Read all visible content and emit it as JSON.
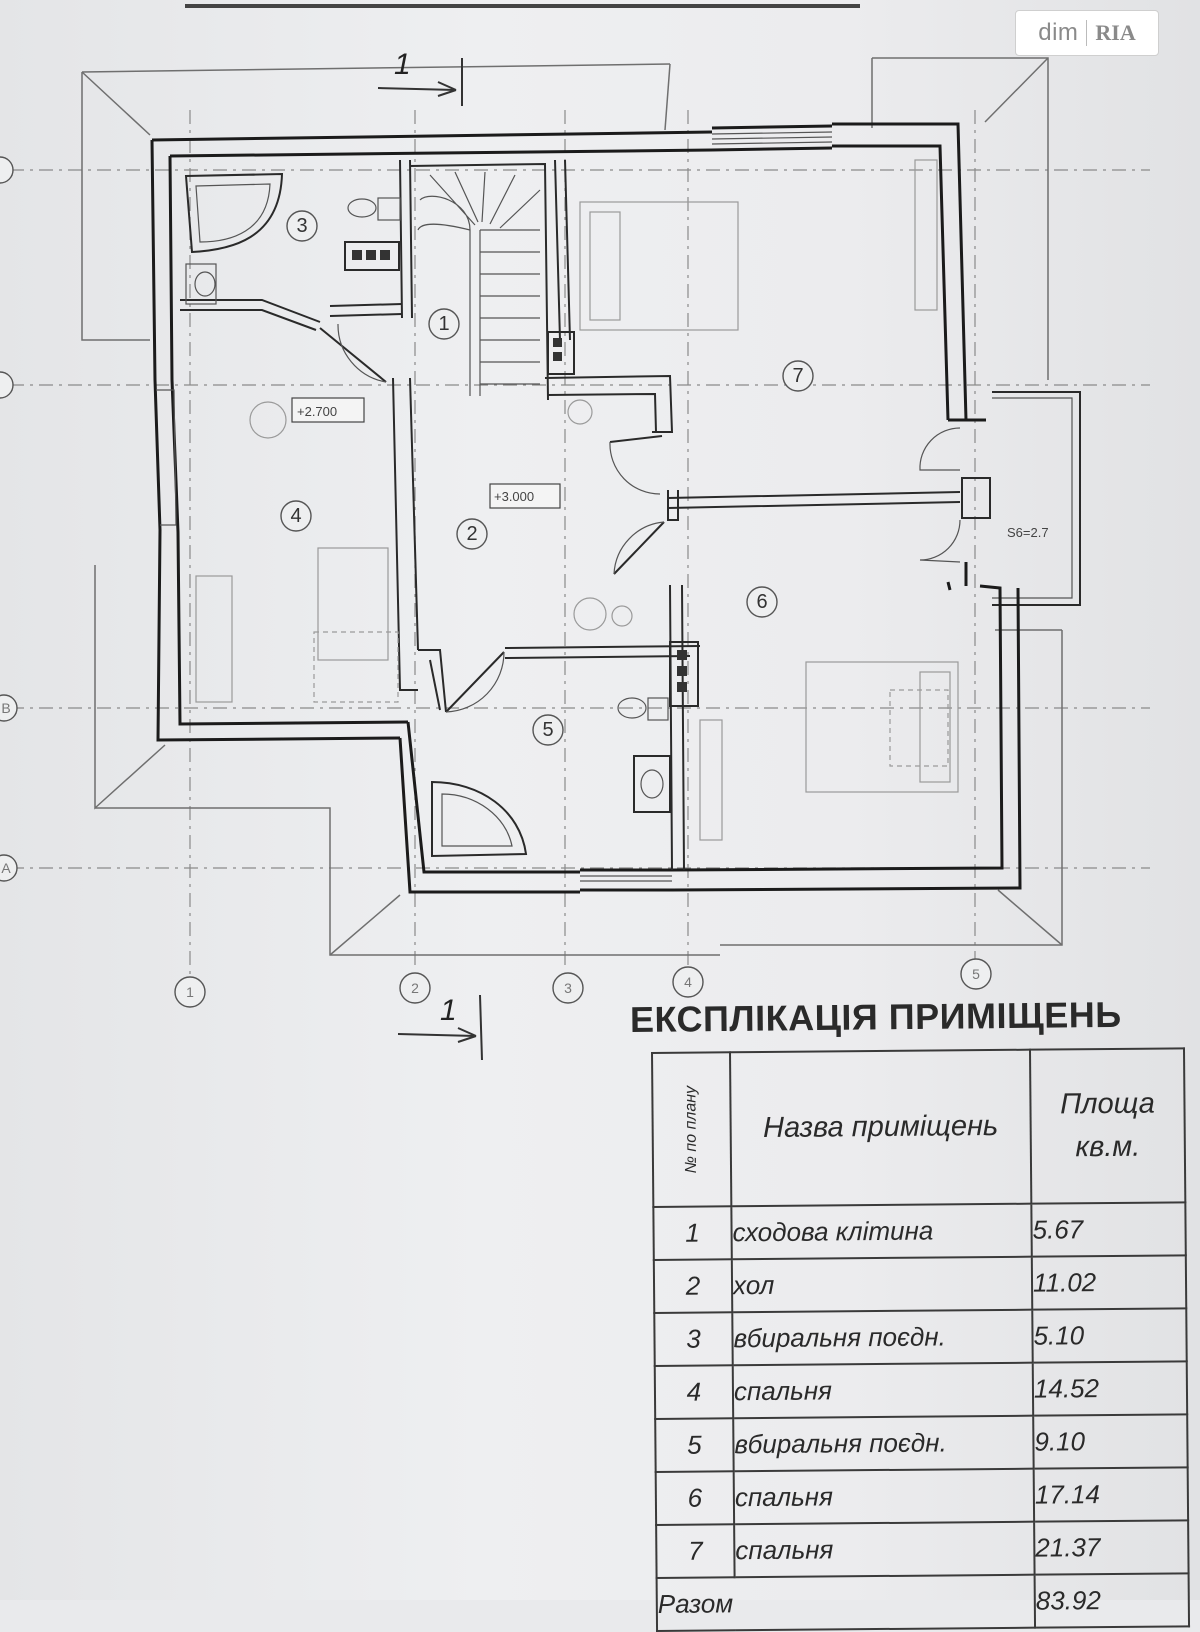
{
  "watermark": {
    "brand": "dim",
    "brand_mark": "RIA"
  },
  "section_mark": "1",
  "levels": {
    "room4": "+2.700",
    "room2": "+3.000",
    "balcony": "S6=2.7"
  },
  "room_numbers": [
    "1",
    "2",
    "3",
    "4",
    "5",
    "6",
    "7"
  ],
  "axes_numbers": [
    "1",
    "2",
    "3",
    "4",
    "5"
  ],
  "axes_letters": [
    "A",
    "B"
  ],
  "table": {
    "title": "ЕКСПЛІКАЦІЯ ПРИМІЩЕНЬ",
    "headers": {
      "number": "№ по плану",
      "name": "Назва приміщень",
      "area": "Площа кв.м."
    },
    "rows": [
      {
        "no": "1",
        "name": "сходова клітина",
        "area": "5.67"
      },
      {
        "no": "2",
        "name": "хол",
        "area": "11.02"
      },
      {
        "no": "3",
        "name": "вбиральня поєдн.",
        "area": "5.10"
      },
      {
        "no": "4",
        "name": "спальня",
        "area": "14.52"
      },
      {
        "no": "5",
        "name": "вбиральня поєдн.",
        "area": "9.10"
      },
      {
        "no": "6",
        "name": "спальня",
        "area": "17.14"
      },
      {
        "no": "7",
        "name": "спальня",
        "area": "21.37"
      }
    ],
    "total": {
      "label": "Разом",
      "area": "83.92"
    }
  }
}
